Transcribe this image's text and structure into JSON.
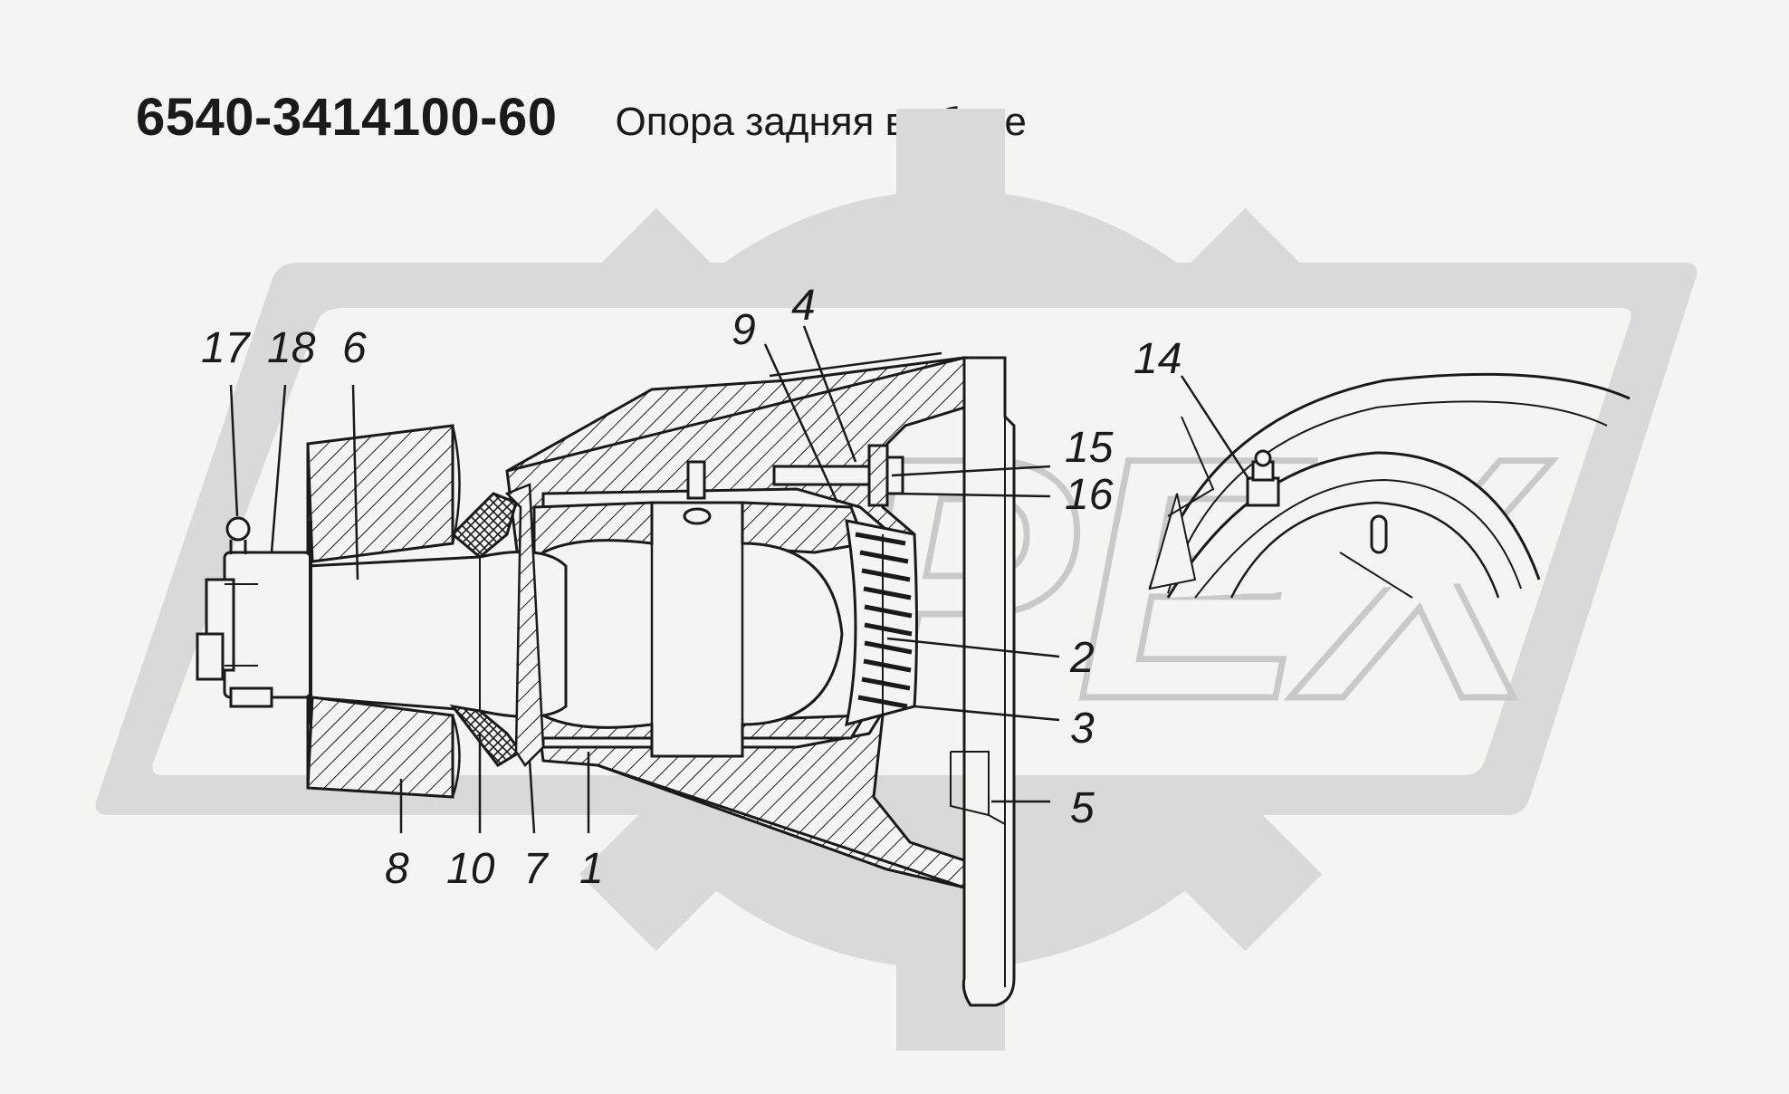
{
  "header": {
    "part_number": "6540-3414100-60",
    "part_name": "Опора задняя в сборе"
  },
  "watermark": {
    "text": "OPEX",
    "color": "#d9d9d9"
  },
  "callouts": [
    {
      "id": "17",
      "label": "17"
    },
    {
      "id": "18",
      "label": "18"
    },
    {
      "id": "6",
      "label": "6"
    },
    {
      "id": "9",
      "label": "9"
    },
    {
      "id": "4",
      "label": "4"
    },
    {
      "id": "14",
      "label": "14"
    },
    {
      "id": "15",
      "label": "15"
    },
    {
      "id": "16",
      "label": "16"
    },
    {
      "id": "2",
      "label": "2"
    },
    {
      "id": "3",
      "label": "3"
    },
    {
      "id": "5",
      "label": "5"
    },
    {
      "id": "8",
      "label": "8"
    },
    {
      "id": "10",
      "label": "10"
    },
    {
      "id": "7",
      "label": "7"
    },
    {
      "id": "1",
      "label": "1"
    }
  ],
  "colors": {
    "background": "#f4f4f2",
    "line": "#1a1a1a",
    "watermark": "#d9d9d9"
  }
}
